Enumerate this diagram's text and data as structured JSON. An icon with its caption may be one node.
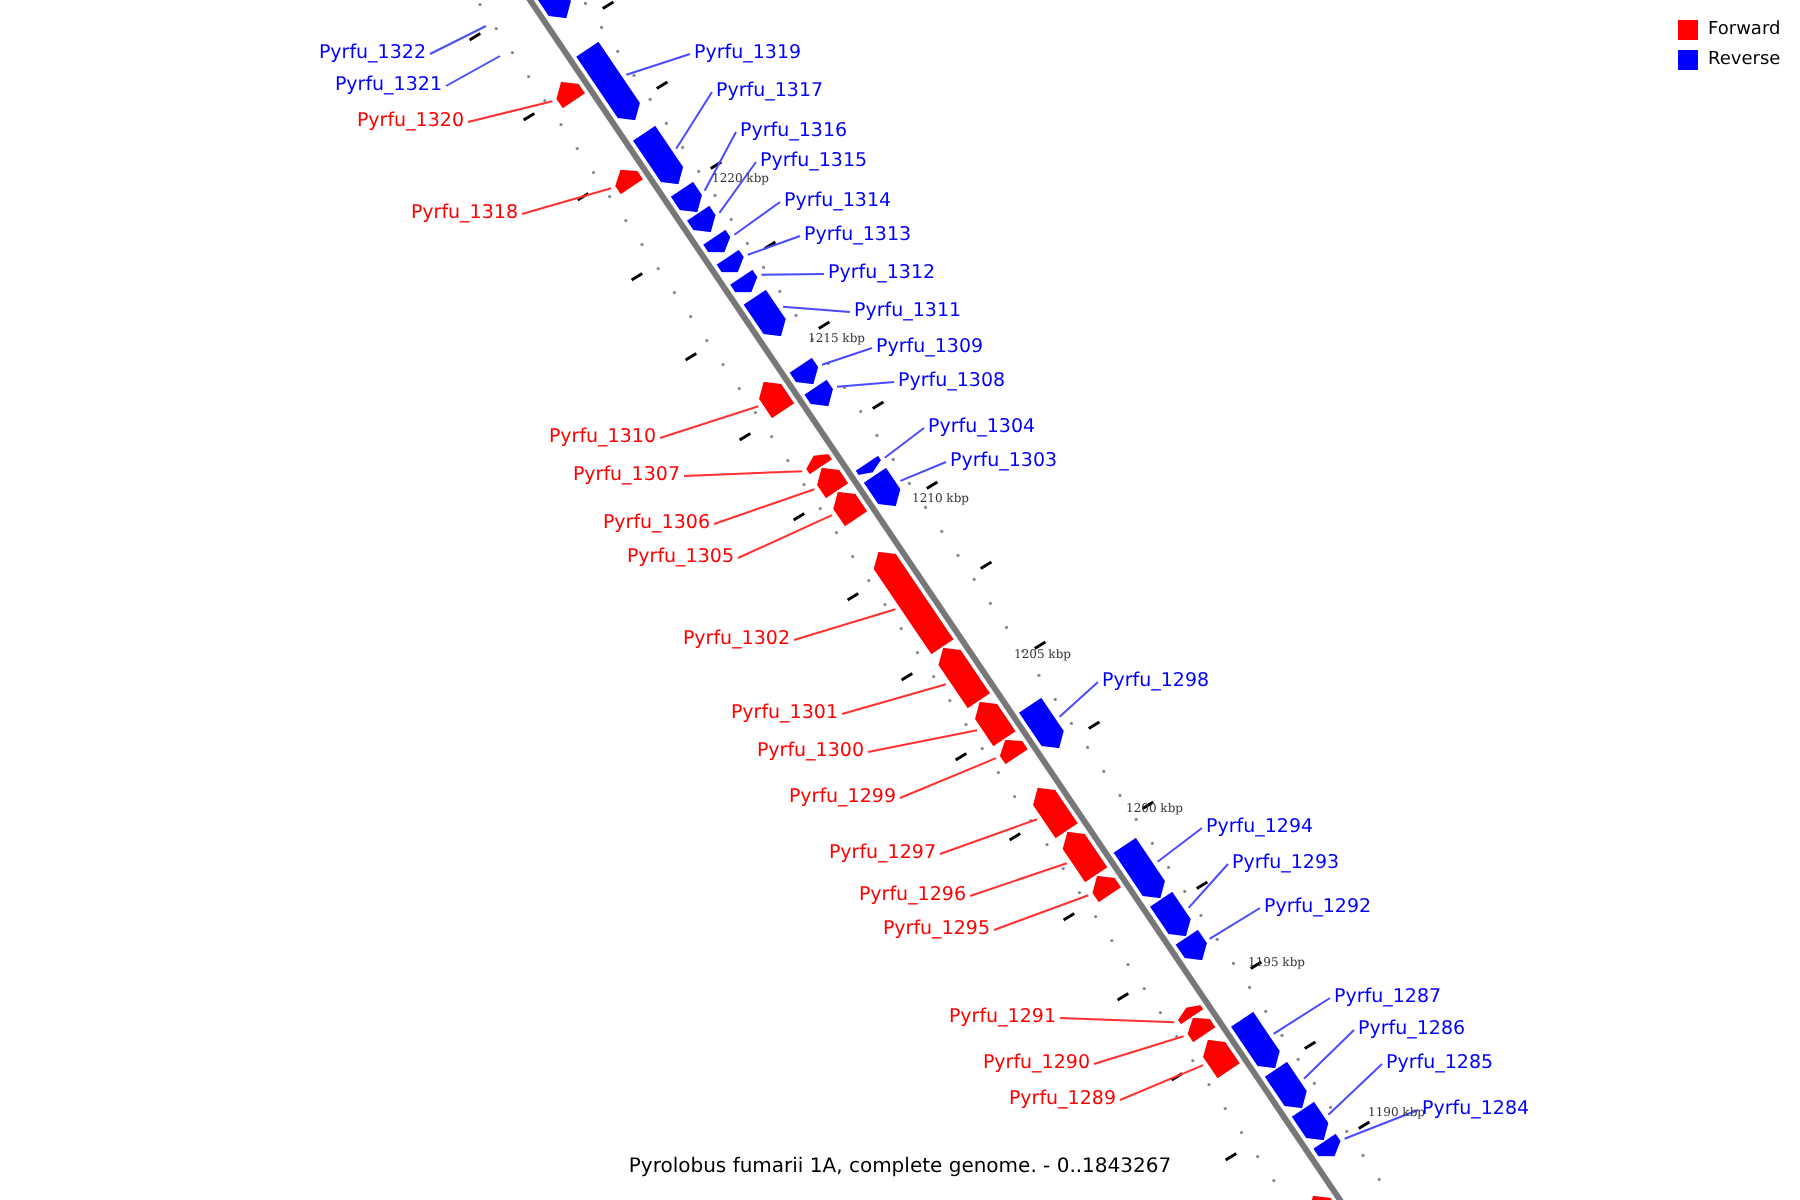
{
  "diagram": {
    "caption": "Pyrolobus fumarii 1A, complete genome. - 0..1843267",
    "nodes": [
      {
        "text": [
          "Pyrfu_1322"
        ]
      },
      {
        "text": [
          "Pyrfu_1319"
        ]
      },
      {
        "text": [
          "Pyrfu_1321"
        ]
      },
      {
        "text": [
          "Pyrfu_1317"
        ]
      },
      {
        "text": [
          "Pyrfu_1320"
        ]
      },
      {
        "text": [
          "Pyrfu_1316"
        ]
      },
      {
        "text": [
          "Pyrfu_1315"
        ]
      },
      {
        "text": [
          "Pyrfu_1314"
        ]
      },
      {
        "text": [
          "Pyrfu_1318"
        ]
      },
      {
        "text": [
          "Pyrfu_1313"
        ]
      },
      {
        "text": [
          "Pyrfu_1312"
        ]
      },
      {
        "text": [
          "Pyrfu_1311"
        ]
      },
      {
        "text": [
          "Pyrfu_1309"
        ]
      },
      {
        "text": [
          "Pyrfu_1308"
        ]
      },
      {
        "text": [
          "Pyrfu_1304"
        ]
      },
      {
        "text": [
          "Pyrfu_1310"
        ]
      },
      {
        "text": [
          "Pyrfu_1303"
        ]
      },
      {
        "text": [
          "Pyrfu_1307"
        ]
      },
      {
        "text": [
          "Pyrfu_1306"
        ]
      },
      {
        "text": [
          "Pyrfu_1305"
        ]
      },
      {
        "text": [
          "Pyrfu_1302"
        ]
      },
      {
        "text": [
          "Pyrfu_1298"
        ]
      },
      {
        "text": [
          "Pyrfu_1301"
        ]
      },
      {
        "text": [
          "Pyrfu_1300"
        ]
      },
      {
        "text": [
          "Pyrfu_1299"
        ]
      },
      {
        "text": [
          "Pyrfu_1294"
        ]
      },
      {
        "text": [
          "Pyrfu_1297"
        ]
      },
      {
        "text": [
          "Pyrfu_1293"
        ]
      },
      {
        "text": [
          "Pyrfu_1296"
        ]
      },
      {
        "text": [
          "Pyrfu_1292"
        ]
      },
      {
        "text": [
          "Pyrfu_1295"
        ]
      },
      {
        "text": [
          "Pyrfu_1287"
        ]
      },
      {
        "text": [
          "Pyrfu_1291"
        ]
      },
      {
        "text": [
          "Pyrfu_1286"
        ]
      },
      {
        "text": [
          "Pyrfu_1290"
        ]
      },
      {
        "text": [
          "Pyrfu_1285"
        ]
      },
      {
        "text": [
          "Pyrfu_1289"
        ]
      },
      {
        "text": [
          "Pyrfu_1284"
        ]
      },
      {
        "text": [],
        "shape": "bar"
      },
      {
        "text": [],
        "shape": "bar"
      },
      {
        "text": [],
        "shape": "bar"
      },
      {
        "text": [],
        "shape": "bar"
      },
      {
        "text": [],
        "shape": "bar"
      },
      {
        "text": [],
        "shape": "bar"
      },
      {
        "text": [],
        "shape": "bar"
      },
      {
        "text": [],
        "shape": "bar"
      },
      {
        "text": [],
        "shape": "bar"
      },
      {
        "text": [],
        "shape": "bar"
      },
      {
        "text": [],
        "shape": "bar"
      },
      {
        "text": [],
        "shape": "bar"
      },
      {
        "text": [],
        "shape": "bar"
      },
      {
        "text": [],
        "shape": "bar"
      },
      {
        "text": [],
        "shape": "bar"
      },
      {
        "text": [],
        "shape": "bar"
      },
      {
        "text": [],
        "shape": "bar"
      },
      {
        "text": [],
        "shape": "bar"
      },
      {
        "text": [],
        "shape": "bar"
      },
      {
        "text": [],
        "shape": "bar"
      },
      {
        "text": [],
        "shape": "bar"
      },
      {
        "text": [],
        "shape": "bar"
      },
      {
        "text": [],
        "shape": "bar"
      },
      {
        "text": [],
        "shape": "bar"
      },
      {
        "text": [],
        "shape": "bar"
      },
      {
        "text": [],
        "shape": "bar"
      },
      {
        "text": [],
        "shape": "bar"
      },
      {
        "text": [],
        "shape": "bar"
      },
      {
        "text": [],
        "shape": "bar"
      },
      {
        "text": [],
        "shape": "bar"
      },
      {
        "text": [],
        "shape": "bar"
      },
      {
        "text": [],
        "shape": "bar"
      },
      {
        "text": [],
        "shape": "bar"
      },
      {
        "text": [],
        "shape": "bar"
      },
      {
        "text": [],
        "shape": "bar"
      },
      {
        "text": [],
        "shape": "bar"
      },
      {
        "text": [],
        "shape": "bar"
      },
      {
        "text": [],
        "shape": "bar"
      }
    ],
    "edges": [
      {
        "from": 0,
        "to": null,
        "arrow": "none"
      },
      {
        "from": 1,
        "to": 39,
        "arrow": "none"
      },
      {
        "from": 2,
        "to": null,
        "arrow": "none"
      },
      {
        "from": 3,
        "to": 41,
        "arrow": "none"
      },
      {
        "from": 4,
        "to": 40,
        "arrow": "none",
        "color": "#ff3030"
      },
      {
        "from": 5,
        "to": 43,
        "arrow": "none"
      },
      {
        "from": 6,
        "to": 44,
        "arrow": "none"
      },
      {
        "from": 7,
        "to": 45,
        "arrow": "none"
      },
      {
        "from": 8,
        "to": 42,
        "arrow": "none",
        "color": "#ff3030"
      },
      {
        "from": 9,
        "to": 46,
        "arrow": "none"
      },
      {
        "from": 10,
        "to": 47,
        "arrow": "none"
      },
      {
        "from": 11,
        "to": 48,
        "arrow": "none"
      },
      {
        "from": 12,
        "to": 50,
        "arrow": "none"
      },
      {
        "from": 13,
        "to": 51,
        "arrow": "none"
      },
      {
        "from": 14,
        "to": 54,
        "arrow": "none"
      },
      {
        "from": 15,
        "to": 49,
        "arrow": "none",
        "color": "#ff3030"
      },
      {
        "from": 16,
        "to": 56,
        "arrow": "none"
      },
      {
        "from": 17,
        "to": 52,
        "arrow": "none",
        "color": "#ff3030"
      },
      {
        "from": 18,
        "to": 53,
        "arrow": "none",
        "color": "#ff3030"
      },
      {
        "from": 19,
        "to": 55,
        "arrow": "none",
        "color": "#ff3030"
      },
      {
        "from": 20,
        "to": 57,
        "arrow": "none",
        "color": "#ff3030"
      },
      {
        "from": 21,
        "to": 60,
        "arrow": "none"
      },
      {
        "from": 22,
        "to": 58,
        "arrow": "none",
        "color": "#ff3030"
      },
      {
        "from": 23,
        "to": 59,
        "arrow": "none",
        "color": "#ff3030"
      },
      {
        "from": 24,
        "to": 61,
        "arrow": "none",
        "color": "#ff3030"
      },
      {
        "from": 25,
        "to": 64,
        "arrow": "none"
      },
      {
        "from": 26,
        "to": 62,
        "arrow": "none",
        "color": "#ff3030"
      },
      {
        "from": 27,
        "to": 66,
        "arrow": "none"
      },
      {
        "from": 28,
        "to": 63,
        "arrow": "none",
        "color": "#ff3030"
      },
      {
        "from": 29,
        "to": 67,
        "arrow": "none"
      },
      {
        "from": 30,
        "to": 65,
        "arrow": "none",
        "color": "#ff3030"
      },
      {
        "from": 31,
        "to": 71,
        "arrow": "none"
      },
      {
        "from": 32,
        "to": 68,
        "arrow": "none",
        "color": "#ff3030"
      },
      {
        "from": 33,
        "to": 72,
        "arrow": "none"
      },
      {
        "from": 34,
        "to": 69,
        "arrow": "none",
        "color": "#ff3030"
      },
      {
        "from": 35,
        "to": 73,
        "arrow": "none"
      },
      {
        "from": 36,
        "to": 70,
        "arrow": "none",
        "color": "#ff3030"
      },
      {
        "from": 37,
        "to": 74,
        "arrow": "none"
      }
    ],
    "labels": [
      "1220 kbp",
      "1215 kbp",
      "1210 kbp",
      "1205 kbp",
      "1200 kbp",
      "1195 kbp",
      "1190 kbp"
    ],
    "legend": [
      {
        "text": "Forward",
        "color": "#ff0000"
      },
      {
        "text": "Reverse",
        "color": "#0000ff"
      }
    ]
  }
}
